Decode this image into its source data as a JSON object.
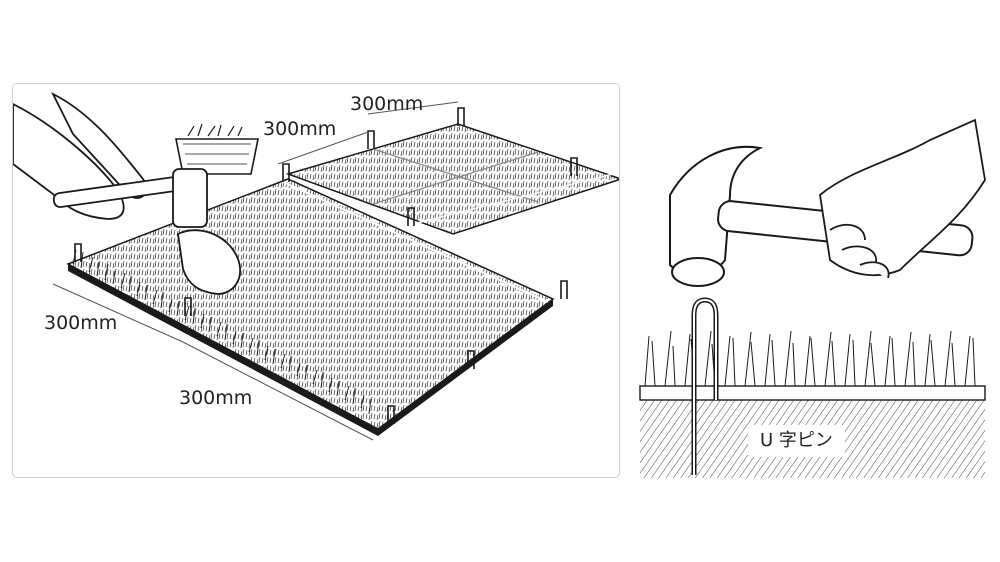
{
  "dimensions": {
    "top_back": "300mm",
    "top_front": "300mm",
    "left_side": "300mm",
    "bottom_front": "300mm"
  },
  "detail": {
    "pin_label": "U 字ピン"
  },
  "colors": {
    "line": "#1a1a1a",
    "grass_fill": "#ffffff",
    "soil_hatch": "#4a4a4a",
    "panel_border": "#d0d0d0"
  }
}
